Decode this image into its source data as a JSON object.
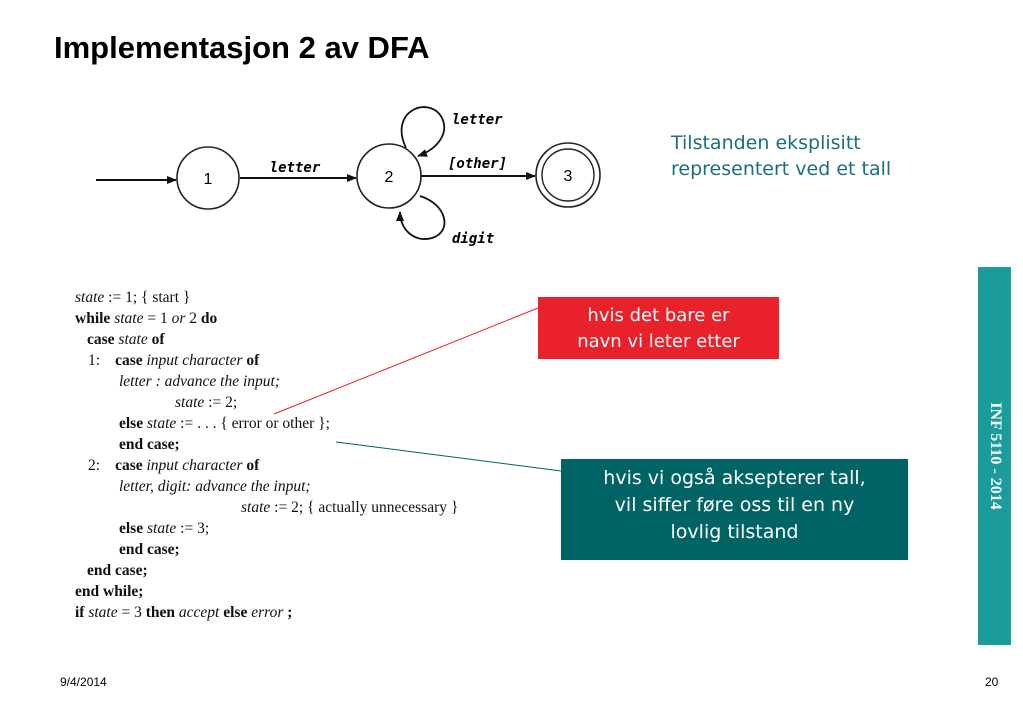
{
  "slide": {
    "title": "Implementasjon 2 av DFA",
    "date": "9/4/2014",
    "page_number": "20",
    "sidebar_text": "INF 5110 - 2014"
  },
  "dfa": {
    "states": [
      "1",
      "2",
      "3"
    ],
    "edge_1_2": "letter",
    "loop_top": "letter",
    "loop_bottom": "digit",
    "edge_2_3": "[other]"
  },
  "blurb": {
    "line1": "Tilstanden eksplisitt",
    "line2": "representert ved et tall"
  },
  "code": {
    "l1": {
      "a": "state",
      "b": " := 1; { start }"
    },
    "l2": {
      "a": "while",
      "b": "state",
      "c": " = 1 ",
      "d": "or",
      "e": " 2 ",
      "f": "do"
    },
    "l3": {
      "a": "case",
      "b": "state",
      "c": " of"
    },
    "l4": {
      "a": "1:",
      "b": "case",
      "c": "input character",
      "d": " of"
    },
    "l5": {
      "a": "letter : advance the input;"
    },
    "l6": {
      "a": "state",
      "b": " := 2;"
    },
    "l7": {
      "a": "else",
      "b": "state",
      "c": " := . . . { error or other };"
    },
    "l8": {
      "a": "end case;"
    },
    "l9": {
      "a": "2:",
      "b": "case",
      "c": "input character",
      "d": " of"
    },
    "l10": {
      "a": "letter, digit: advance the input;"
    },
    "l11": {
      "a": "state",
      "b": " := 2; { actually unnecessary }"
    },
    "l12": {
      "a": "else",
      "b": "state",
      "c": " := 3;"
    },
    "l13": {
      "a": "end case;"
    },
    "l14": {
      "a": "end case;"
    },
    "l15": {
      "a": "end while;"
    },
    "l16": {
      "a": "if",
      "b": "state",
      "c": " = 3 ",
      "d": "then",
      "e": "accept",
      "f": "else",
      "g": "error",
      "h": " ;"
    }
  },
  "callouts": {
    "red_line1": "hvis det bare er",
    "red_line2": "navn vi leter etter",
    "teal_line1": "hvis vi også aksepterer tall,",
    "teal_line2": "vil siffer føre oss til en ny",
    "teal_line3": "lovlig tilstand"
  },
  "colors": {
    "blurb_text": "#1a6f7a",
    "red_callout": "#e8212b",
    "teal_callout": "#006464",
    "sidebar": "#1a9c9c"
  }
}
